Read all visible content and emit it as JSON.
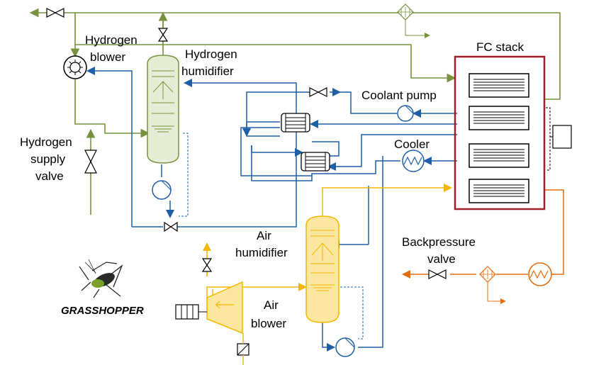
{
  "labels": {
    "hydrogen_blower": [
      "Hydrogen",
      "blower"
    ],
    "hydrogen_humidifier": [
      "Hydrogen",
      "humidifier"
    ],
    "hydrogen_supply_valve": [
      "Hydrogen",
      "supply",
      "valve"
    ],
    "fc_stack": "FC stack",
    "coolant_pump": "Coolant pump",
    "cooler": "Cooler",
    "air_humidifier": [
      "Air",
      "humidifier"
    ],
    "backpressure_valve": [
      "Backpressure",
      "valve"
    ],
    "air_blower": [
      "Air",
      "blower"
    ]
  },
  "logo": {
    "text": "GRASSHOPPER"
  },
  "colors": {
    "hydrogen_line": "#76923c",
    "coolant_line": "#1f5fa8",
    "air_line": "#f2b700",
    "exhaust_line": "#e46c0a",
    "stack_frame": "#a0202a",
    "air_component": "#fbe7a0",
    "hydrogen_component": "#e6edd7"
  },
  "icons": [
    "valve-icon",
    "filter-icon",
    "pump-icon",
    "heat-exchanger-icon",
    "blower-icon",
    "motor-icon"
  ]
}
